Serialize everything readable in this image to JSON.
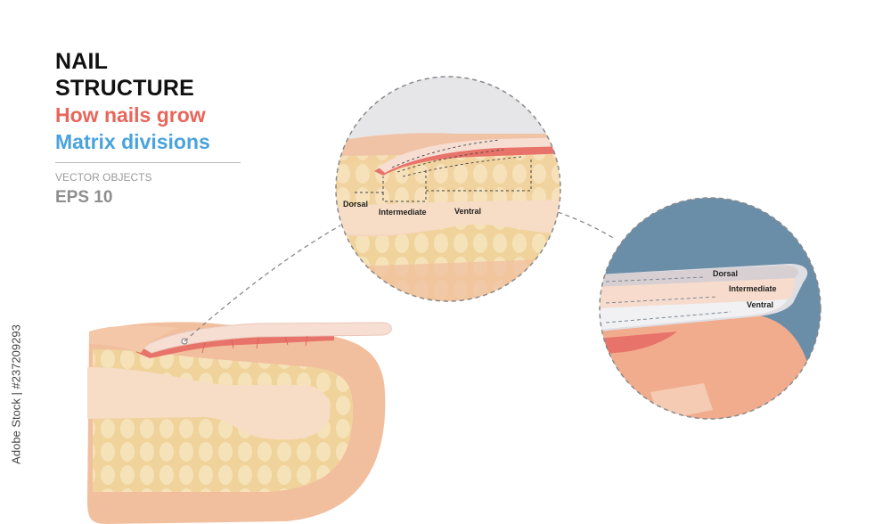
{
  "header": {
    "title": "NAIL STRUCTURE",
    "subtitle_growth": "How nails grow",
    "subtitle_matrix": "Matrix divisions",
    "format_label": "VECTOR OBJECTS",
    "format_version": "EPS 10"
  },
  "stock_id": "Adobe Stock | #237209293",
  "matrix_zoom": {
    "labels": {
      "dorsal": "Dorsal",
      "intermediate": "Intermediate",
      "ventral": "Ventral"
    }
  },
  "growth_zoom": {
    "labels": {
      "dorsal": "Dorsal",
      "intermediate": "Intermediate",
      "ventral": "Ventral"
    },
    "background_color": "#6b8ea8"
  },
  "colors": {
    "title": "#111111",
    "growth_accent": "#e8665a",
    "matrix_accent": "#4aa3dc",
    "skin": "#f3c3a3",
    "fat_tissue": "#f1d8a5",
    "nail_plate": "#f7ddd2",
    "nail_bed": "#e97a73"
  }
}
